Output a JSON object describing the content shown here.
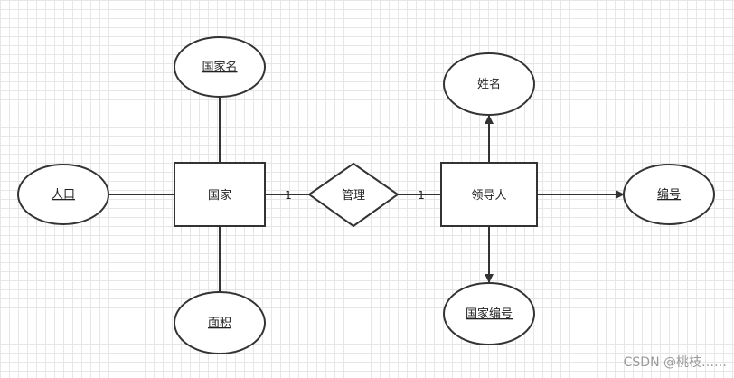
{
  "diagram": {
    "entities": {
      "country": "国家",
      "leader": "领导人"
    },
    "relationship": "管理",
    "attributes": {
      "country_name": "国家名",
      "population": "人口",
      "area": "面积",
      "name": "姓名",
      "id": "编号",
      "country_id": "国家编号"
    },
    "cardinality": {
      "left": "1",
      "right": "1"
    }
  },
  "watermark": "CSDN @桃枝……"
}
